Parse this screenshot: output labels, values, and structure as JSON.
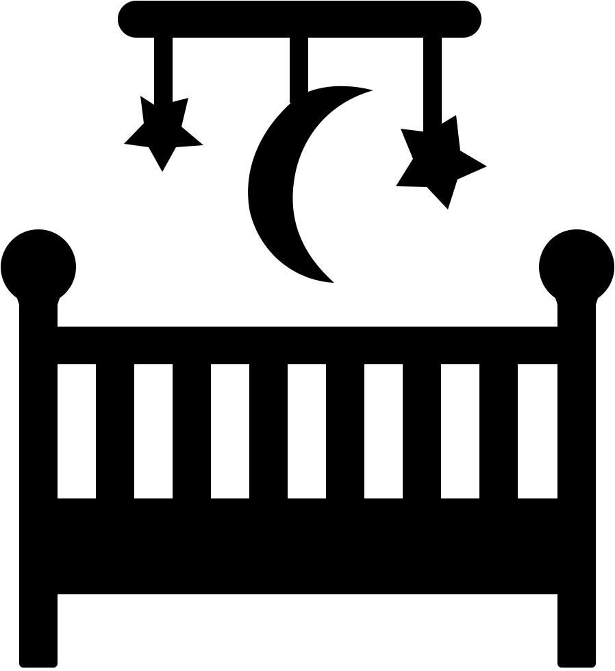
{
  "icon": {
    "name": "crib-with-mobile-icon",
    "color": "#000000",
    "background": "#ffffff",
    "parts": [
      "mobile-bar",
      "star",
      "moon",
      "star",
      "crib"
    ]
  }
}
